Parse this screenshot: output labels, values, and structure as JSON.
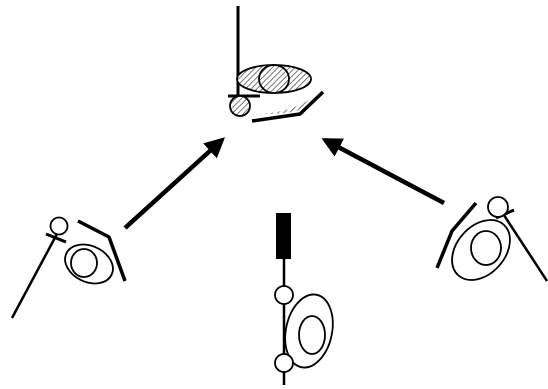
{
  "colors": {
    "stroke": "#000000",
    "fill": "#ffffff",
    "hatch": "#555555",
    "background": "#ffffff"
  },
  "figures": [
    {
      "id": "top",
      "icon": "overhead-view-figure-icon"
    },
    {
      "id": "left",
      "icon": "left-tilted-figure-icon"
    },
    {
      "id": "middle",
      "icon": "vertical-figure-icon"
    },
    {
      "id": "right",
      "icon": "right-tilted-figure-icon"
    }
  ],
  "arrows": [
    {
      "from": "left",
      "to": "top",
      "icon": "arrow-up-right-icon"
    },
    {
      "from": "right",
      "to": "top",
      "icon": "arrow-up-left-icon"
    }
  ]
}
